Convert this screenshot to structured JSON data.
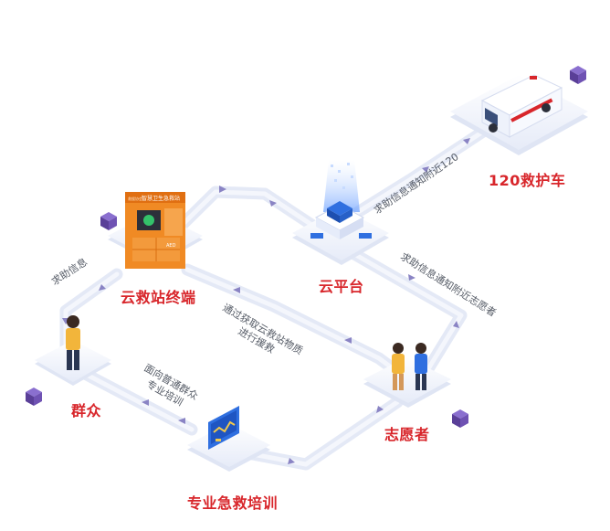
{
  "nodes": {
    "terminal": "云救站终端",
    "cloud": "云平台",
    "ambulance": "120救护车",
    "public": "群众",
    "volunteers": "志愿者",
    "training": "专业急救培训"
  },
  "edges": {
    "public_to_terminal": "求助信息",
    "cloud_to_ambulance": "求助信息通知附近120",
    "cloud_to_volunteers": "求助信息通知附近志愿者",
    "volunteers_to_terminal_l1": "通过获取云救站物质",
    "volunteers_to_terminal_l2": "进行援救",
    "public_to_training_l1": "面向普通群众",
    "public_to_training_l2": "专业培训"
  },
  "kiosk": {
    "brand": "智慧卫生急救站",
    "small_tag": "救援协会",
    "side_text": "AED"
  },
  "colors": {
    "label_red": "#d8262b",
    "path": "#e3e8f5",
    "arrow": "#8a84c4",
    "platform": "#edf1fb",
    "cube": "#6a4fa8",
    "kiosk": "#f08a24",
    "accent_blue": "#2f6fe0"
  }
}
